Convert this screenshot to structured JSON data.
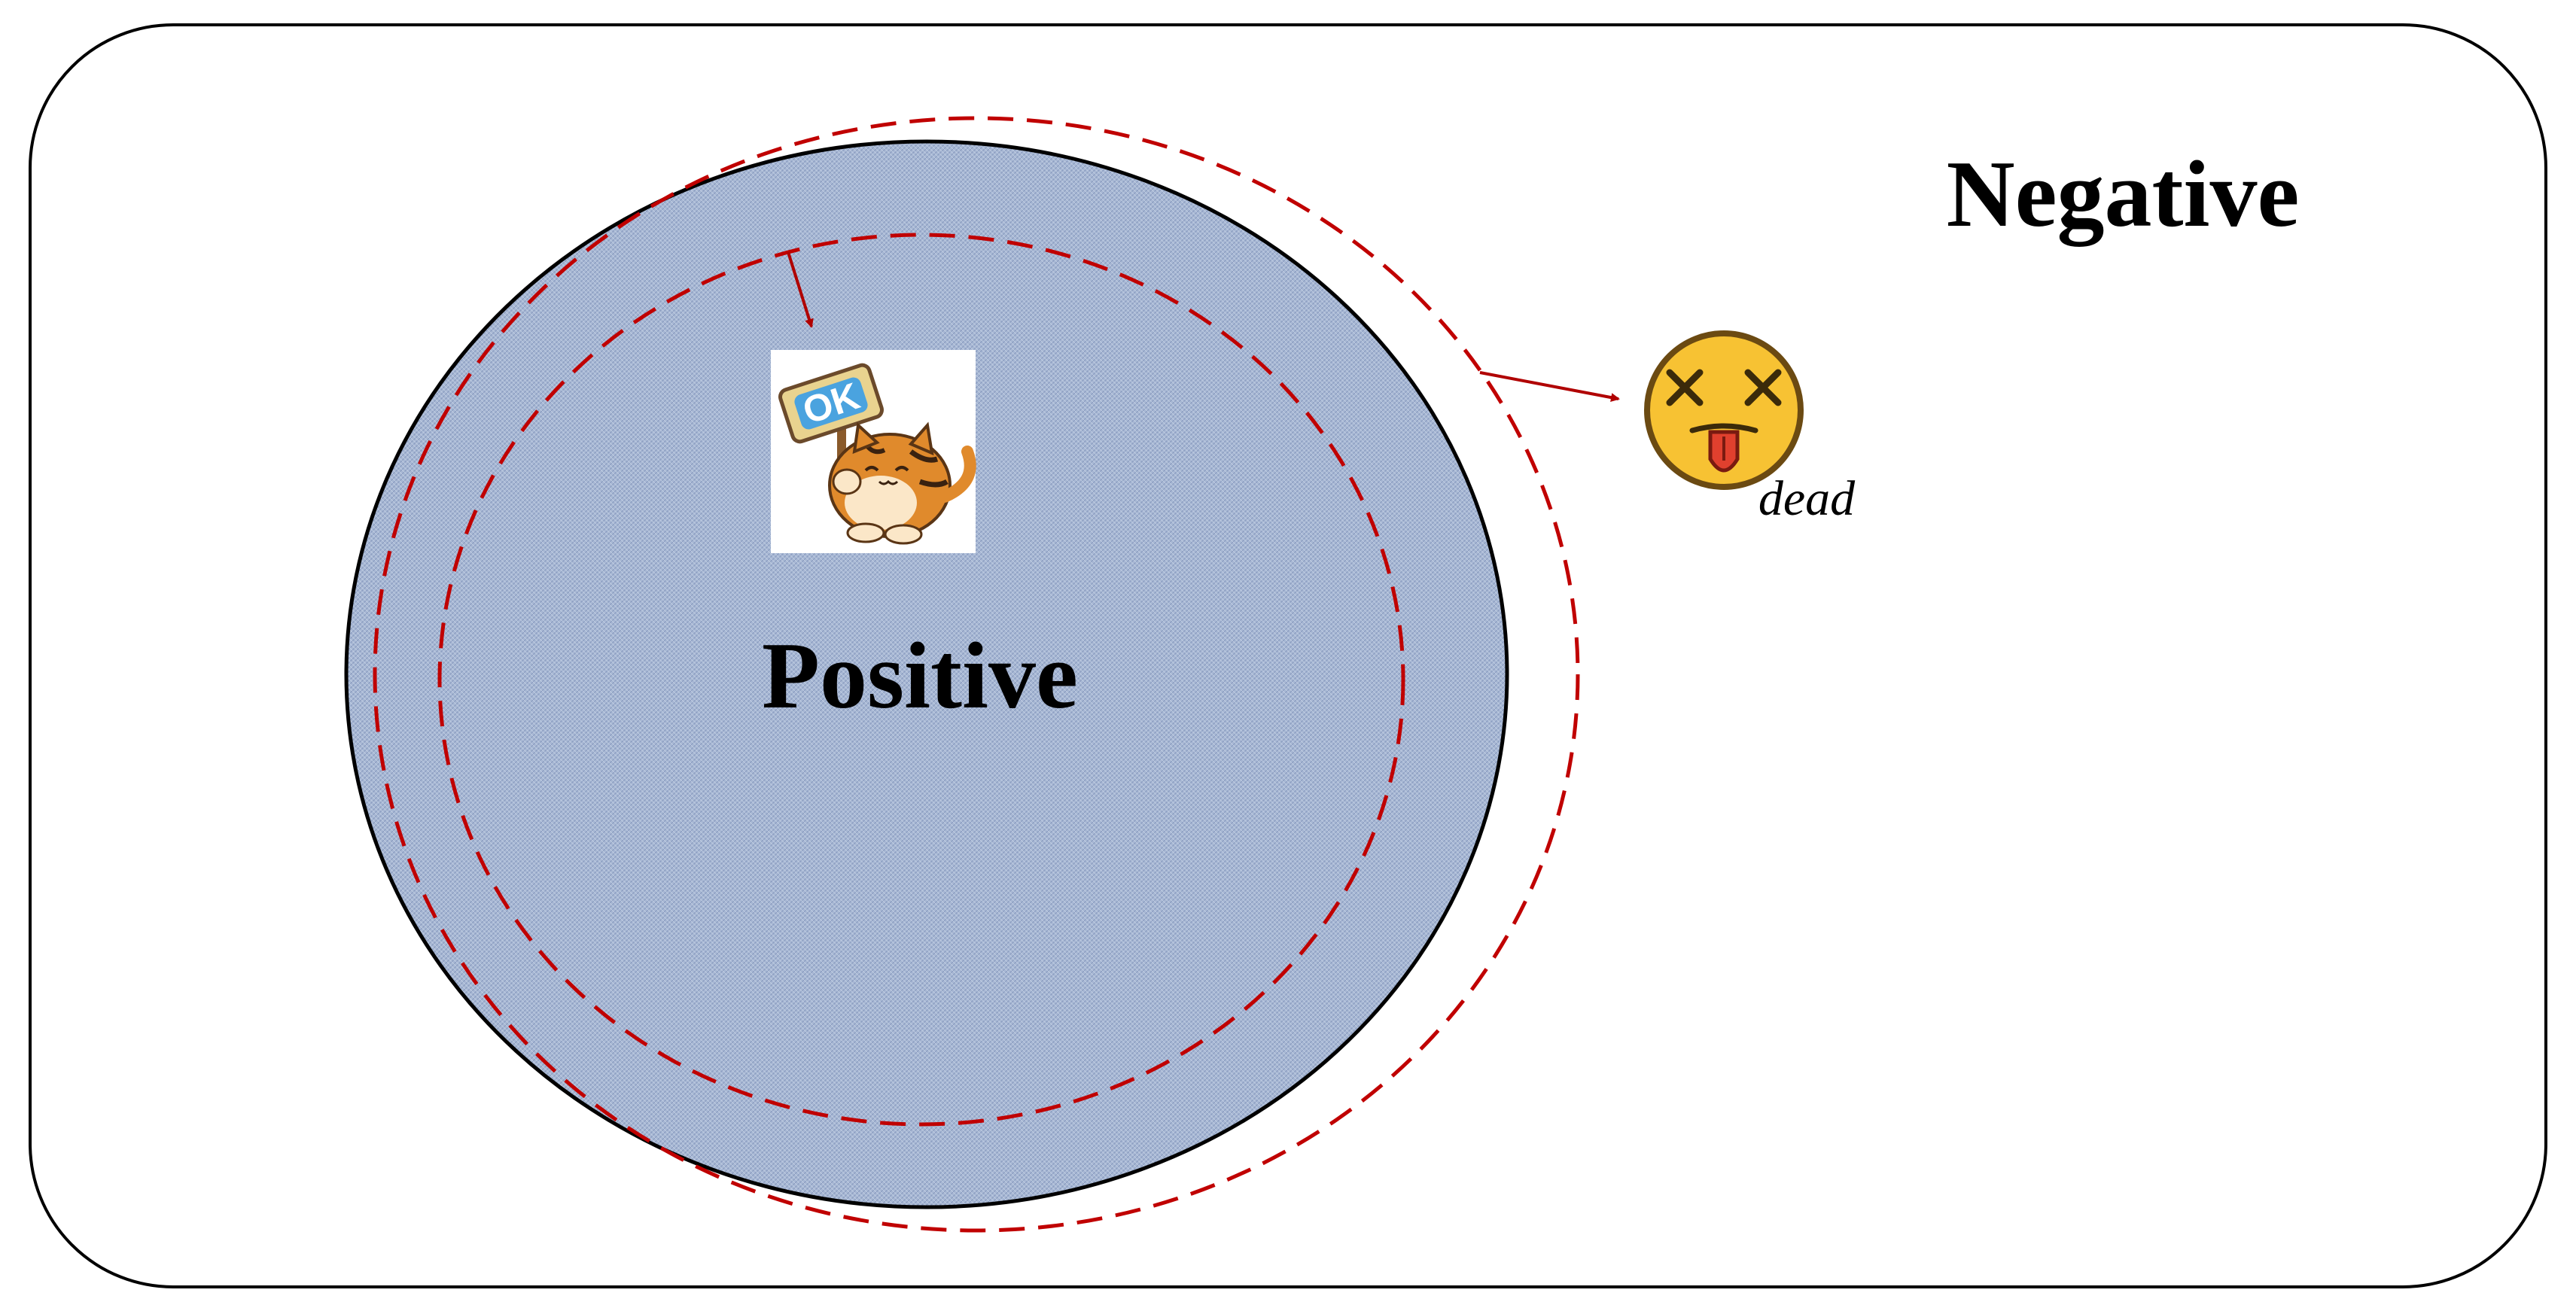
{
  "diagram": {
    "region_outer_label": "Negative",
    "region_inner_label": "Positive",
    "dead_caption": "dead",
    "ok_sign_text": "OK"
  },
  "icons": {
    "ok_sticker": "cat-holding-ok-sign-icon",
    "dead_emoji": "dizzy-face-emoji-icon"
  },
  "colors": {
    "positive_fill": "#a4b5d2",
    "positive_stroke": "#000000",
    "boundary_dash": "#c00000",
    "arrow": "#b00000",
    "emoji_face": "#f7c233"
  }
}
